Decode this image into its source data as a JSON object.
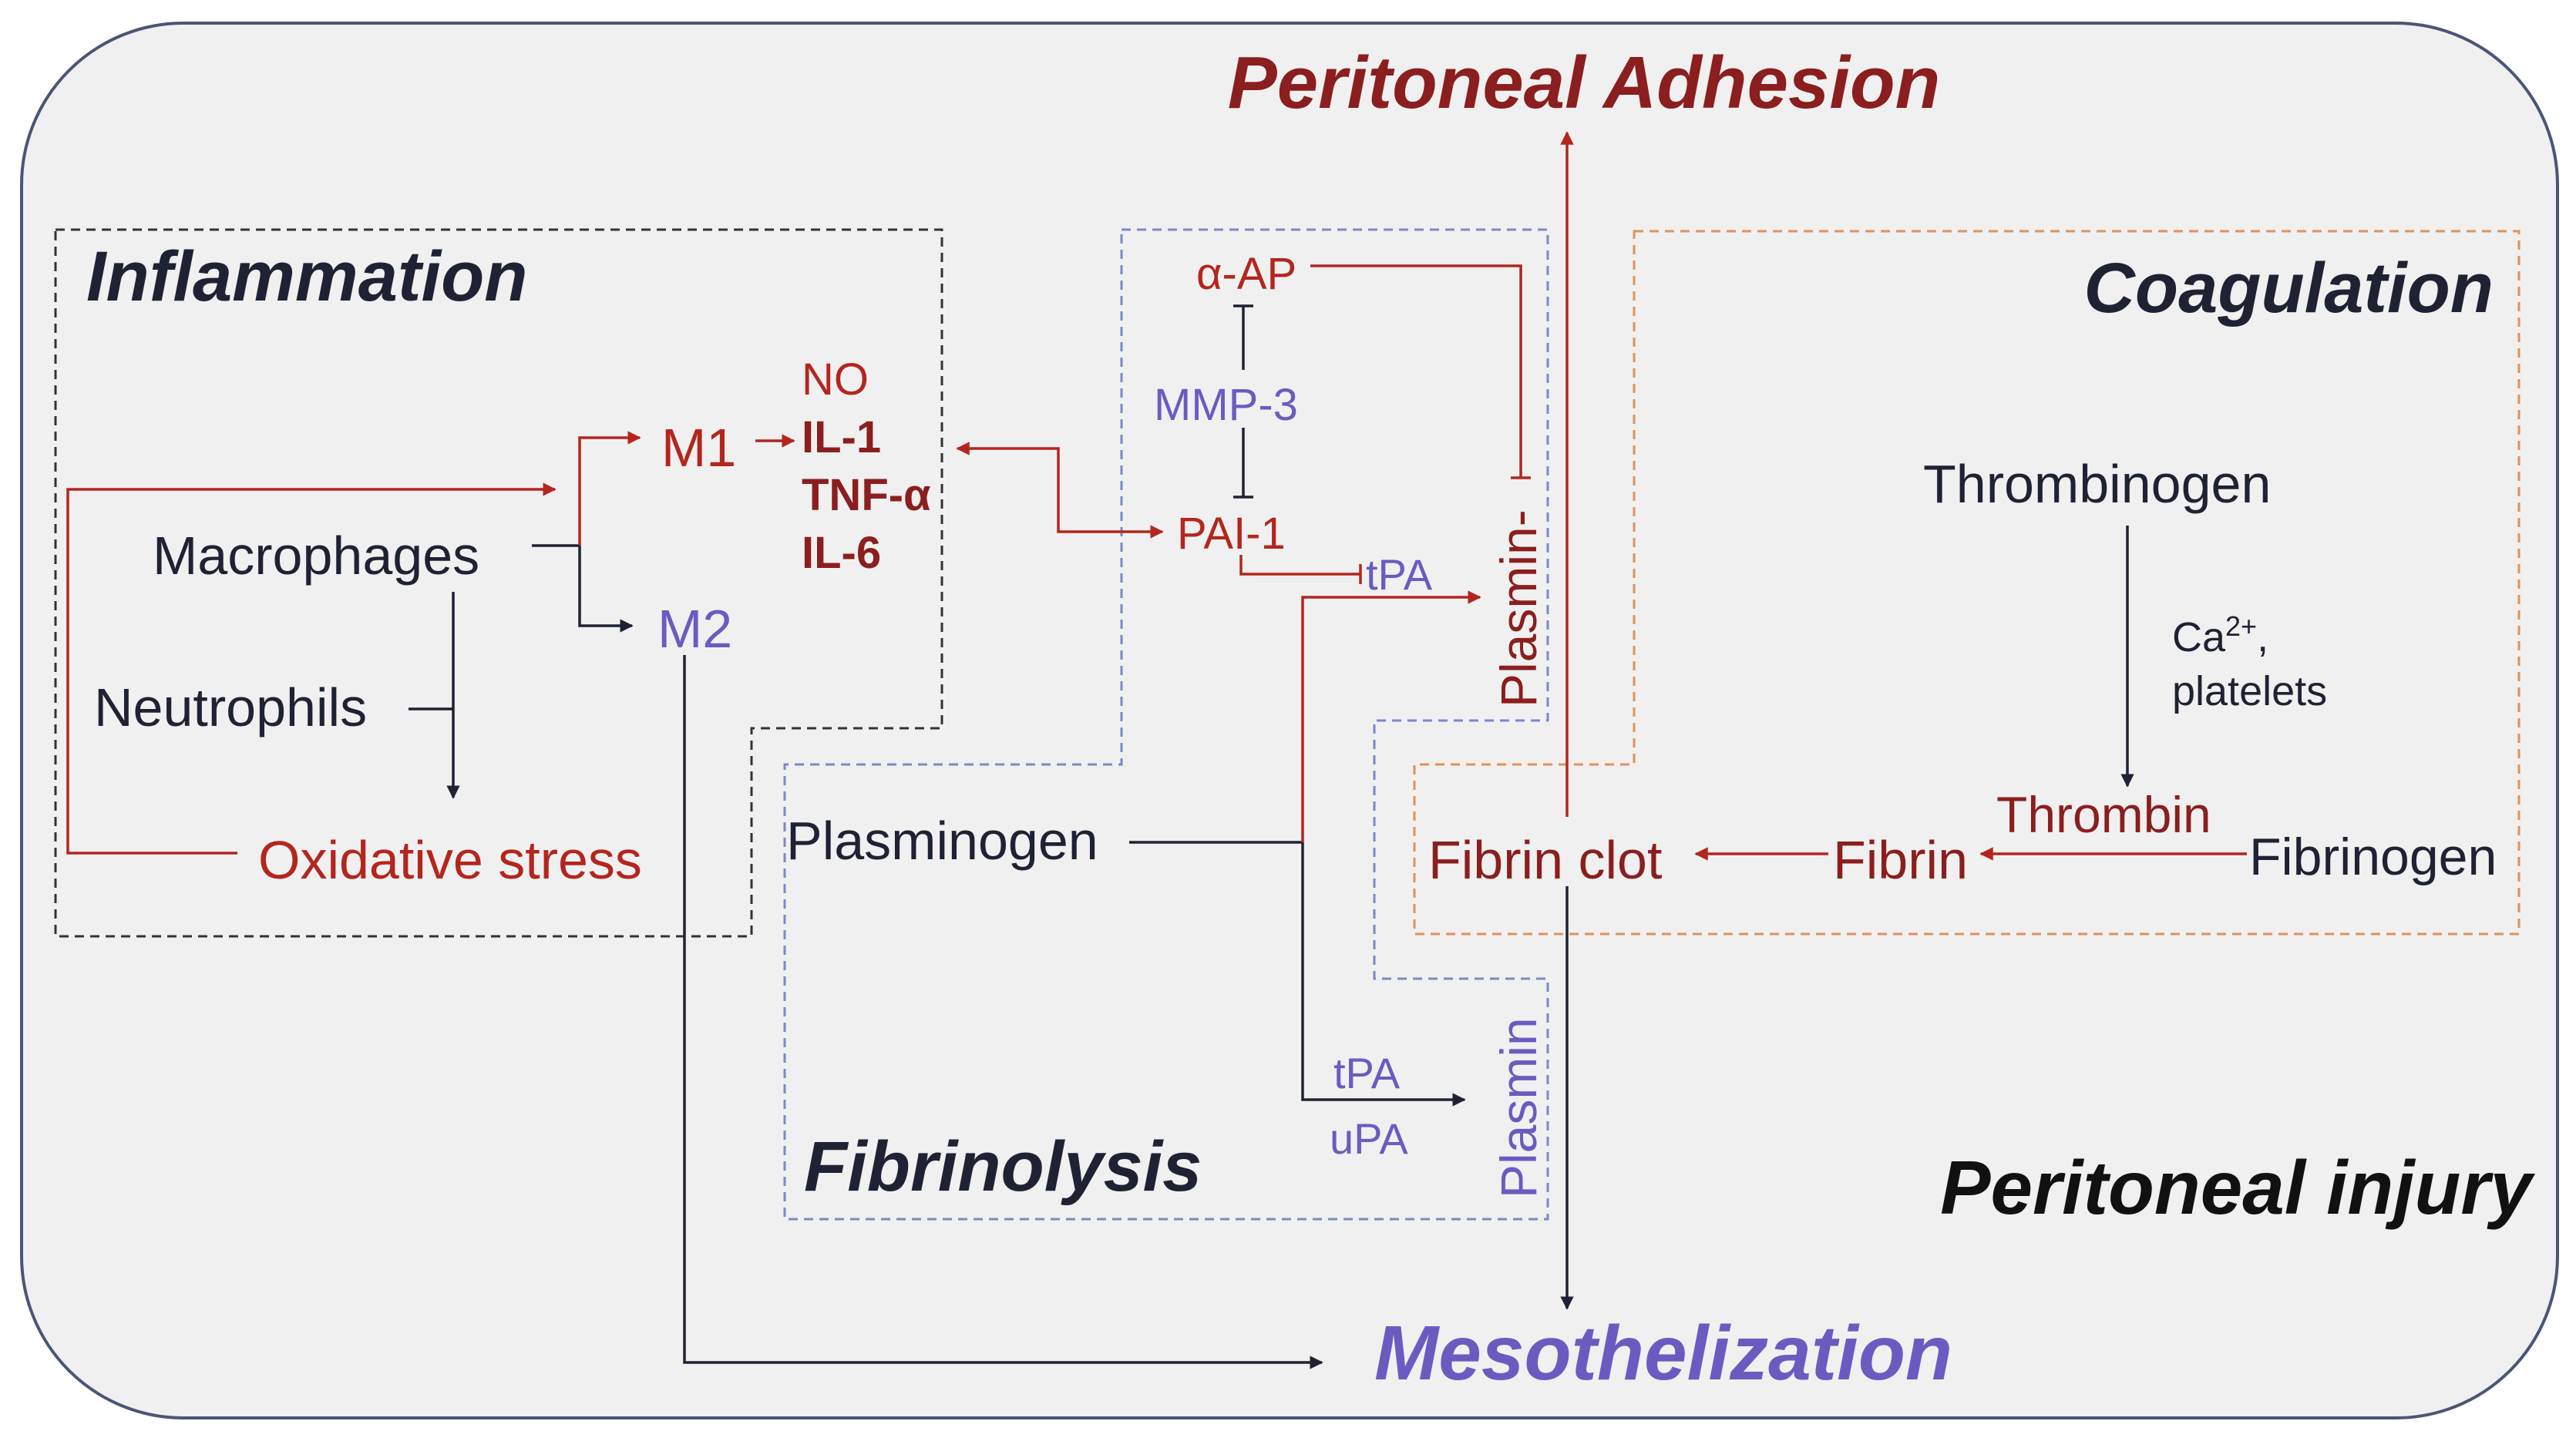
{
  "colors": {
    "background": "#f0f0f0",
    "border": "#4a5577",
    "dark": "#1f2233",
    "red": "#b3261e",
    "darkred": "#8b1e1e",
    "purple": "#6b5bc0",
    "orange": "#e0925a",
    "blue_dash": "#7a88cc",
    "black_dash": "#333333"
  },
  "headers": {
    "peritoneal_adhesion": "Peritoneal Adhesion",
    "inflammation": "Inflammation",
    "coagulation": "Coagulation",
    "fibrinolysis": "Fibrinolysis",
    "peritoneal_injury": "Peritoneal injury",
    "mesothelization": "Mesothelization"
  },
  "inflammation": {
    "macrophages": "Macrophages",
    "neutrophils": "Neutrophils",
    "oxidative_stress": "Oxidative stress",
    "m1": "M1",
    "m2": "M2",
    "no": "NO",
    "il1": "IL-1",
    "tnf": "TNF-α",
    "il6": "IL-6"
  },
  "fibrinolysis": {
    "alpha_ap": "α-AP",
    "mmp3": "MMP-3",
    "pai1": "PAI-1",
    "tpa_top": "tPA",
    "plasmin_top": "Plasmin-",
    "plasminogen": "Plasminogen",
    "tpa_bottom": "tPA",
    "upa": "uPA",
    "plasmin_bottom": "Plasmin"
  },
  "coagulation": {
    "thrombinogen": "Thrombinogen",
    "ca_label": "Ca",
    "ca_sup": "2+",
    "ca_comma": ",",
    "platelets": "platelets",
    "thrombin": "Thrombin",
    "fibrinogen": "Fibrinogen",
    "fibrin": "Fibrin",
    "fibrin_clot": "Fibrin clot"
  }
}
